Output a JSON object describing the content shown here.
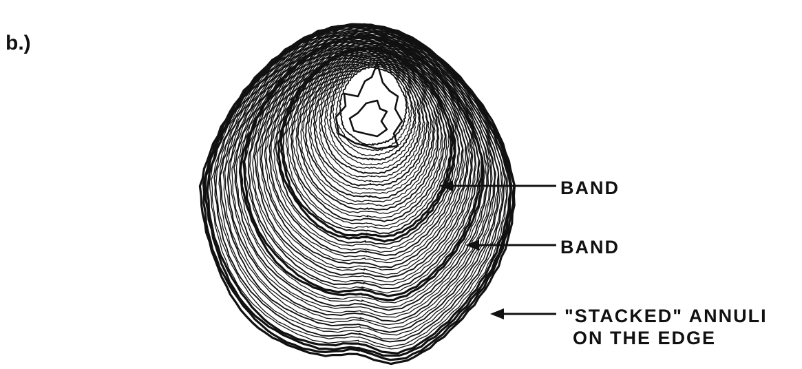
{
  "figure": {
    "panel_label": "b.)",
    "callouts": [
      {
        "id": "band-inner",
        "label": "BAND"
      },
      {
        "id": "band-outer",
        "label": "BAND"
      },
      {
        "id": "stacked",
        "label": "\"STACKED\" ANNULI",
        "label_line2": "ON THE EDGE"
      }
    ]
  },
  "colors": {
    "ink": "#111111",
    "paper": "#ffffff"
  }
}
